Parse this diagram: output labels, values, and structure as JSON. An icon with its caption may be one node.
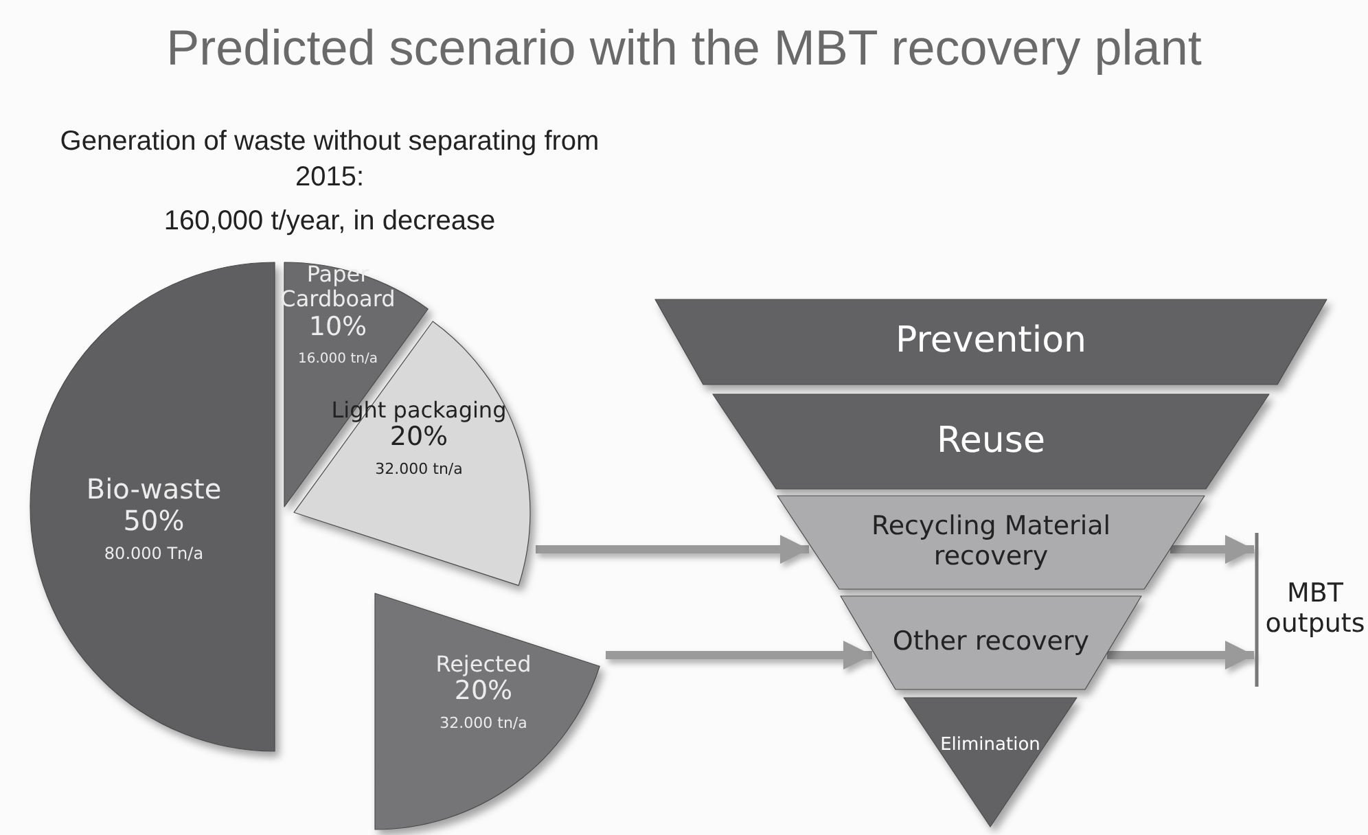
{
  "diagram": {
    "title": "Predicted scenario with the MBT recovery plant",
    "nodes": [
      {
        "text": [
          "Bio-waste",
          "50%",
          "80.000 Tn/a"
        ]
      },
      {
        "text": [
          "Paper Cardboard",
          "10%",
          "16.000 tn/a"
        ]
      },
      {
        "text": [
          "Light packaging",
          "20%",
          "32.000 tn/a"
        ]
      },
      {
        "text": [
          "Rejected",
          "20%",
          "32.000 tn/a"
        ]
      },
      {
        "text": [
          "Prevention"
        ]
      },
      {
        "text": [
          "Reuse"
        ]
      },
      {
        "text": [
          "Recycling Material recovery"
        ]
      },
      {
        "text": [
          "Other recovery"
        ]
      },
      {
        "text": [
          "Elimination"
        ]
      },
      {
        "text": [
          "MBT outputs"
        ]
      }
    ],
    "edges": [
      {
        "from": 2,
        "to": 6,
        "arrow": "to"
      },
      {
        "from": 3,
        "to": 7,
        "arrow": "to"
      },
      {
        "from": 6,
        "to": 9,
        "arrow": "to"
      },
      {
        "from": 7,
        "to": 9,
        "arrow": "to"
      }
    ],
    "labels": [
      "Generation of waste without separating from 2015:",
      "160,000 t/year, in decrease"
    ]
  }
}
